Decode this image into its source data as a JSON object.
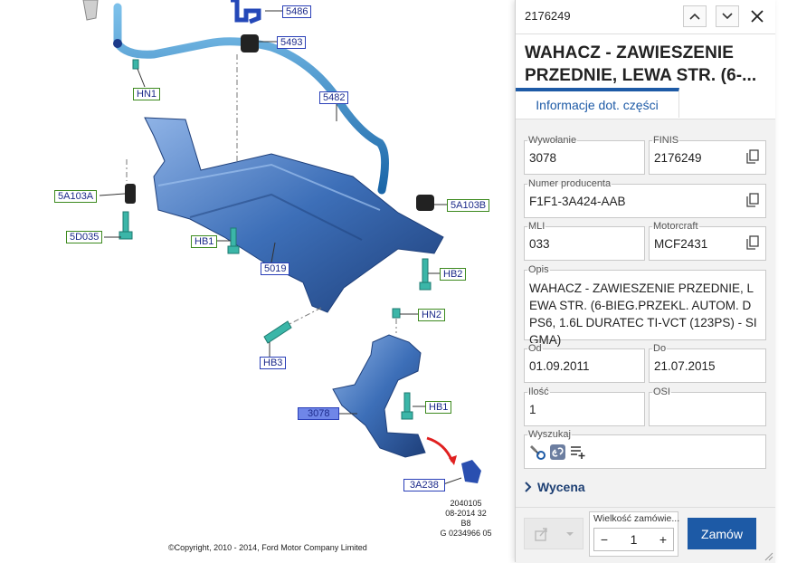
{
  "diagram": {
    "callouts": [
      {
        "id": "c-5486",
        "text": "5486",
        "style": "blue"
      },
      {
        "id": "c-5493",
        "text": "5493",
        "style": "blue"
      },
      {
        "id": "c-hn1",
        "text": "HN1",
        "style": "green"
      },
      {
        "id": "c-5482",
        "text": "5482",
        "style": "blue"
      },
      {
        "id": "c-5a103a",
        "text": "5A103A",
        "style": "green"
      },
      {
        "id": "c-5a103b",
        "text": "5A103B",
        "style": "green"
      },
      {
        "id": "c-5d035",
        "text": "5D035",
        "style": "green"
      },
      {
        "id": "c-hb1-a",
        "text": "HB1",
        "style": "green"
      },
      {
        "id": "c-5019",
        "text": "5019",
        "style": "blue"
      },
      {
        "id": "c-hb2",
        "text": "HB2",
        "style": "green"
      },
      {
        "id": "c-hn2",
        "text": "HN2",
        "style": "green"
      },
      {
        "id": "c-hb3",
        "text": "HB3",
        "style": "blue"
      },
      {
        "id": "c-3078",
        "text": "3078",
        "style": "sel"
      },
      {
        "id": "c-hb1-b",
        "text": "HB1",
        "style": "green"
      },
      {
        "id": "c-3a238",
        "text": "3A238",
        "style": "blue"
      }
    ],
    "ref_lines": [
      "2040105",
      "08-2014 32",
      "B8",
      "G 0234966 05"
    ],
    "copyright": "©Copyright, 2010 - 2014, Ford Motor Company Limited"
  },
  "panel": {
    "header_id": "2176249",
    "title": "WAHACZ - ZAWIESZENIE PRZEDNIE, LEWA STR. (6-...",
    "tab_label": "Informacje dot. części",
    "fields": {
      "wywolanie": {
        "label": "Wywołanie",
        "value": "3078"
      },
      "finis": {
        "label": "FINIS",
        "value": "2176249"
      },
      "numer": {
        "label": "Numer producenta",
        "value": "F1F1-3A424-AAB"
      },
      "mli": {
        "label": "MLI",
        "value": "033"
      },
      "motorcraft": {
        "label": "Motorcraft",
        "value": "MCF2431"
      },
      "opis": {
        "label": "Opis",
        "value": "WAHACZ - ZAWIESZENIE PRZEDNIE, LEWA STR. (6-BIEG.PRZEKL. AUTOM. DPS6, 1.6L DURATEC TI-VCT (123PS) - SIGMA)"
      },
      "od": {
        "label": "Od",
        "value": "01.09.2011"
      },
      "do": {
        "label": "Do",
        "value": "21.07.2015"
      },
      "ilosc": {
        "label": "Ilość",
        "value": "1"
      },
      "osi": {
        "label": "OSI",
        "value": ""
      },
      "wyszukaj": {
        "label": "Wyszukaj"
      }
    },
    "wycena_label": "Wycena",
    "qty_label": "Wielkość zamówie...",
    "qty_value": "1",
    "qty_minus": "−",
    "qty_plus": "+",
    "order_label": "Zamów"
  },
  "colors": {
    "accent": "#1d5aa6",
    "part_blue": "#3d6fb8",
    "fastener_teal": "#3bb6a8",
    "arrow_red": "#e02020"
  }
}
